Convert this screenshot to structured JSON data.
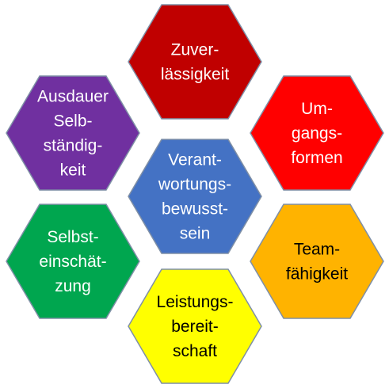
{
  "hexagons": [
    {
      "id": "zuverlaessigkeit",
      "lines": [
        "Zuver-",
        "lässigkeit"
      ],
      "fill": "#c00000",
      "text_color": "#ffffff"
    },
    {
      "id": "ausdauer",
      "lines": [
        "Ausdauer",
        "Selb-",
        "ständig-",
        "keit"
      ],
      "fill": "#7030a0",
      "text_color": "#ffffff"
    },
    {
      "id": "umgangsformen",
      "lines": [
        "Um-",
        "gangs-",
        "formen"
      ],
      "fill": "#ff0000",
      "text_color": "#ffffff"
    },
    {
      "id": "verantwortung",
      "lines": [
        "Verant-",
        "wortungs-",
        "bewusst-",
        "sein"
      ],
      "fill": "#4472c4",
      "text_color": "#ffffff"
    },
    {
      "id": "selbsteinschaetzung",
      "lines": [
        "Selbst-",
        "einschät-",
        "zung"
      ],
      "fill": "#00a64f",
      "text_color": "#ffffff"
    },
    {
      "id": "teamfaehigkeit",
      "lines": [
        "Team-",
        "fähigkeit"
      ],
      "fill": "#ffb300",
      "text_color": "#000000"
    },
    {
      "id": "leistungsbereitschaft",
      "lines": [
        "Leistungs-",
        "bereit-",
        "schaft"
      ],
      "fill": "#ffff00",
      "text_color": "#000000"
    }
  ]
}
